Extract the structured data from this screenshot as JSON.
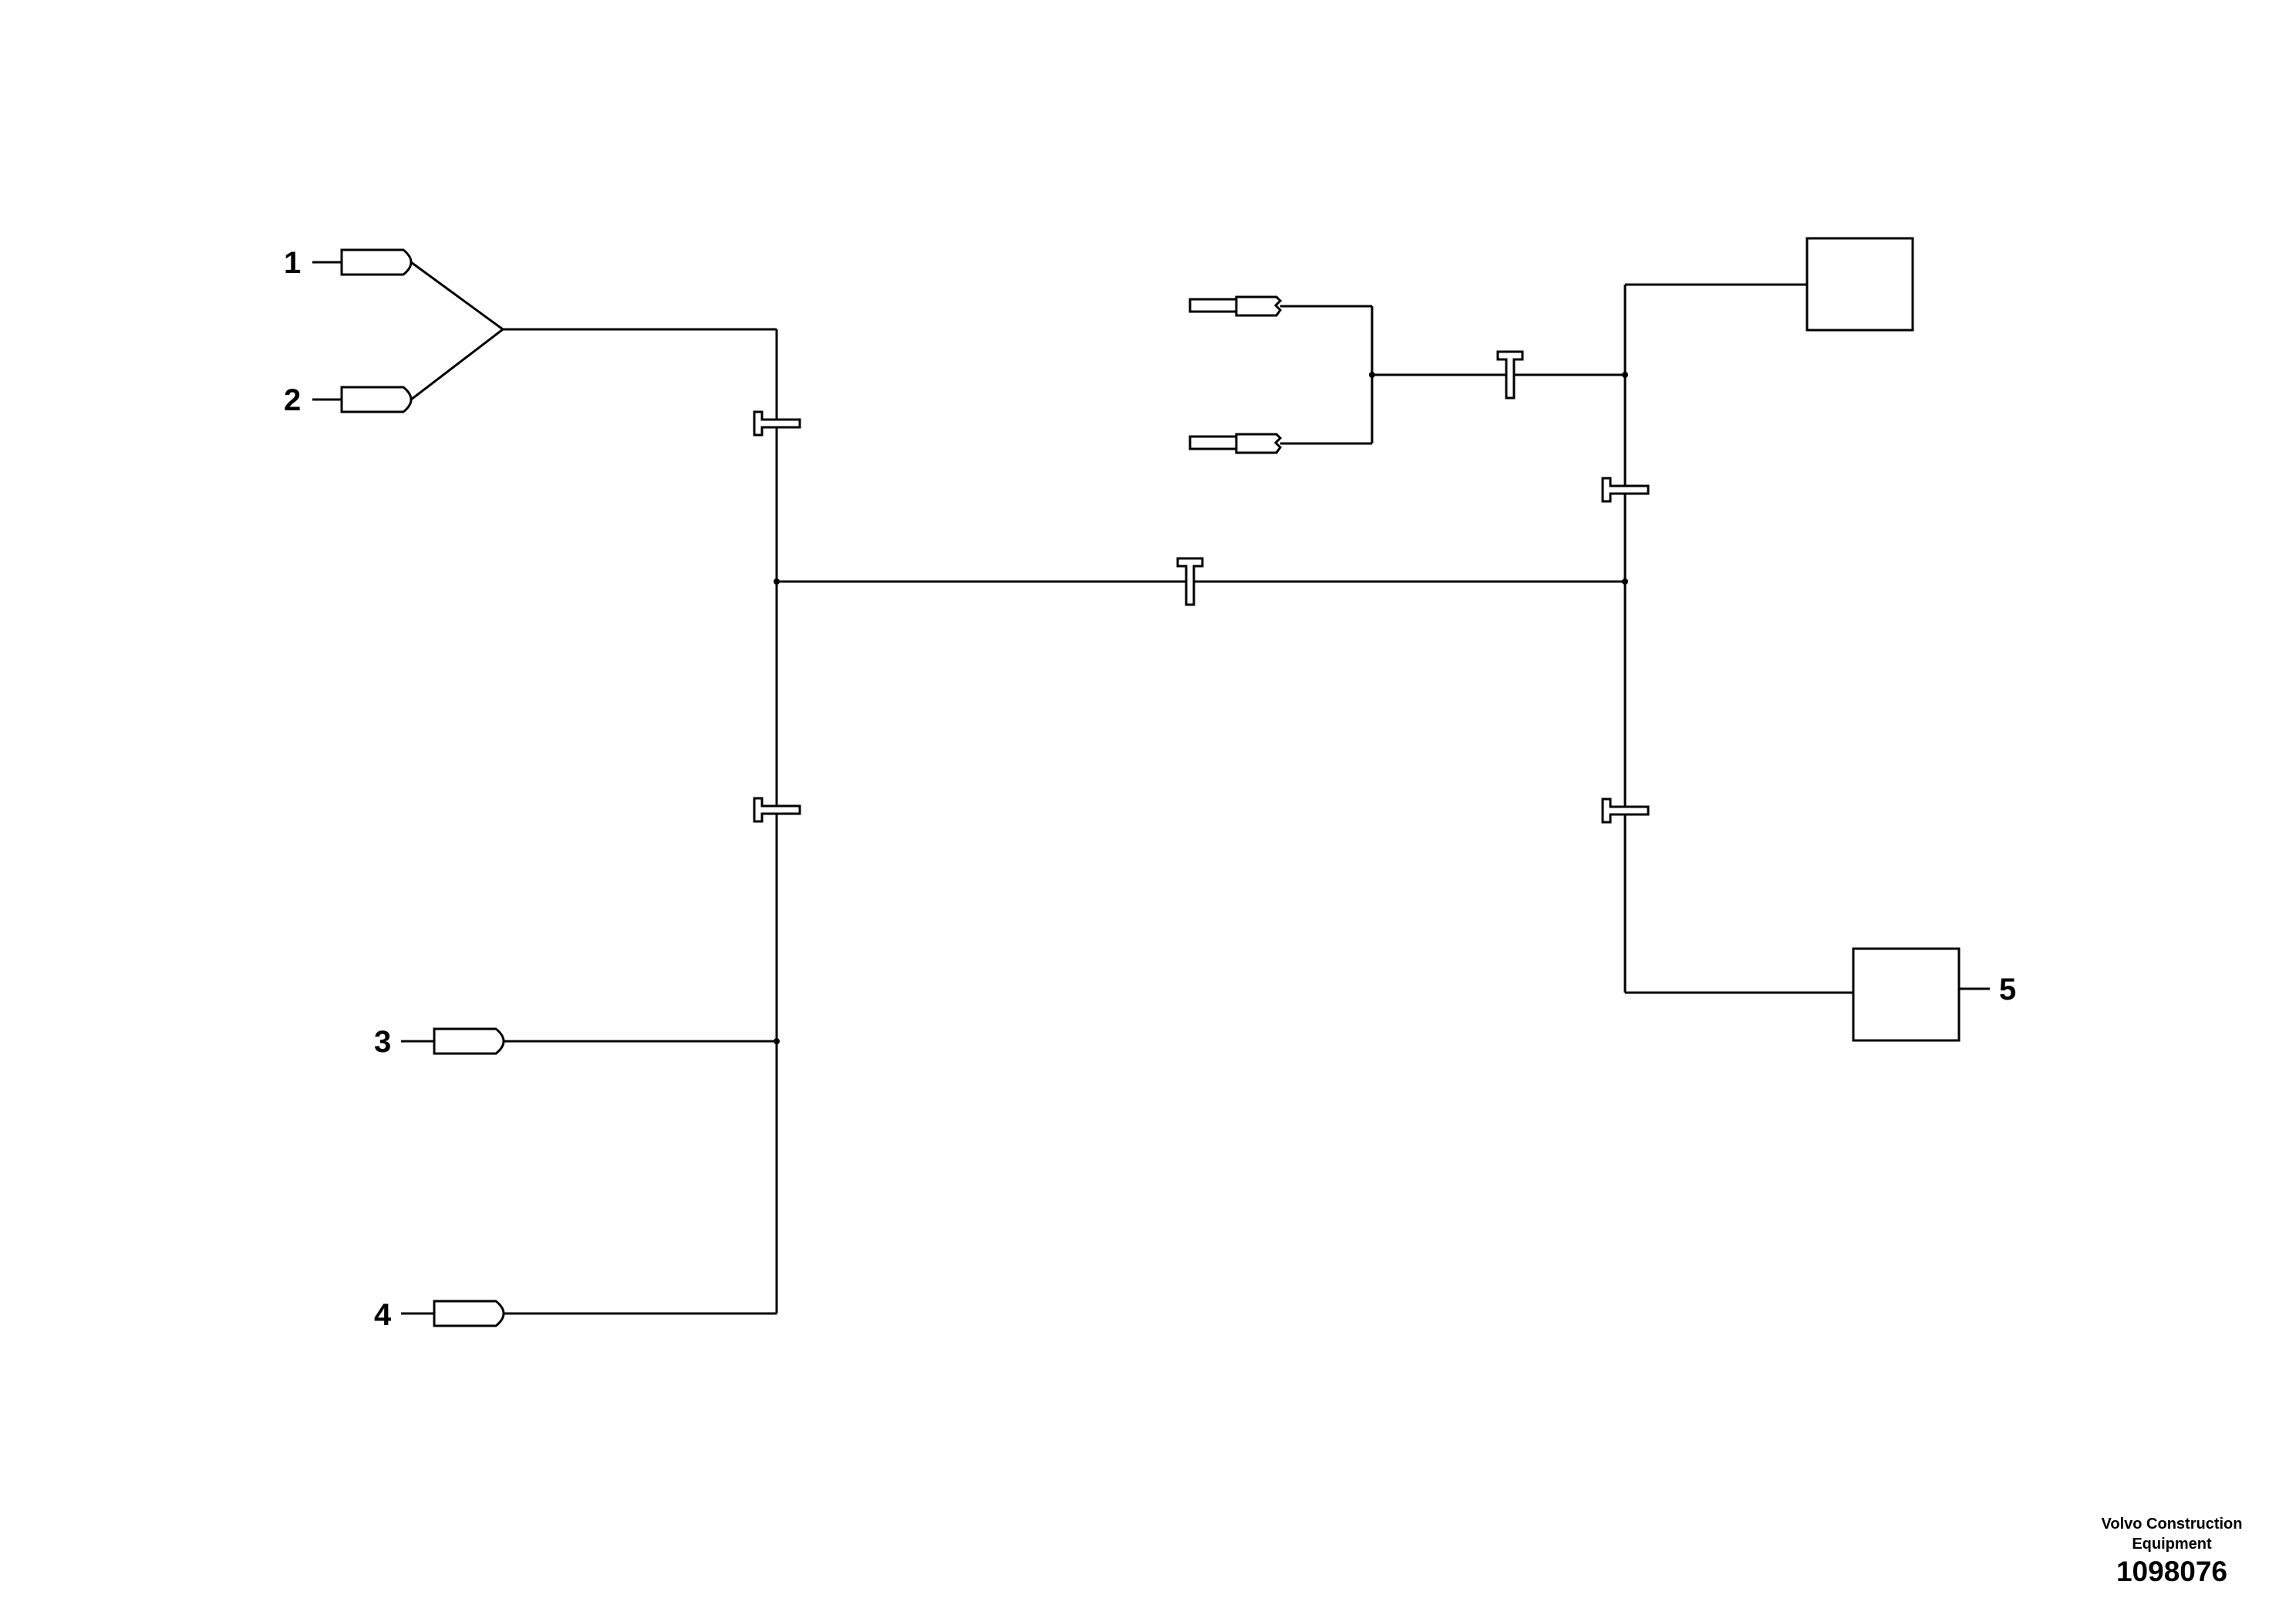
{
  "callouts": {
    "c1": "1",
    "c2": "2",
    "c3": "3",
    "c4": "4",
    "c5": "5"
  },
  "caption": {
    "company_line1": "Volvo Construction",
    "company_line2": "Equipment",
    "drawing_number": "1098076"
  }
}
